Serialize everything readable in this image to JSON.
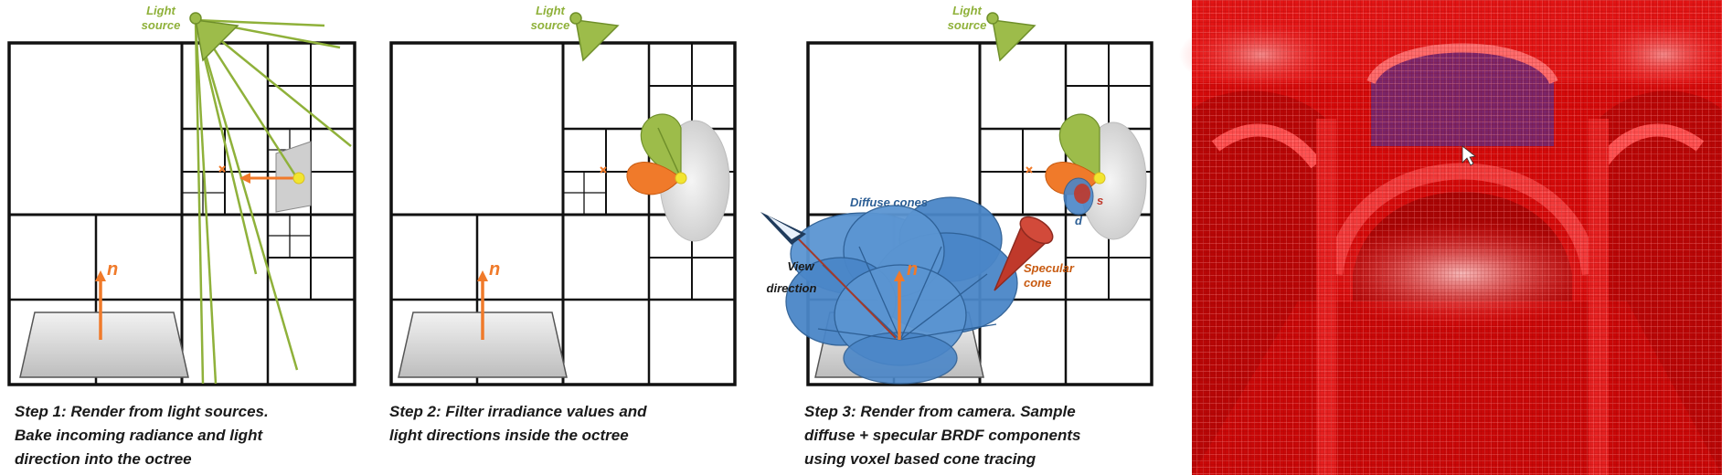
{
  "labels": {
    "light_source_1": "Light",
    "light_source_2": "source",
    "normal": "n",
    "diffuse_cones": "Diffuse cones",
    "view_1": "View",
    "view_2": "direction",
    "specular_1": "Specular",
    "specular_2": "cone",
    "s": "s",
    "d": "d"
  },
  "steps": [
    {
      "lines": [
        "Step 1: Render from light sources.",
        "Bake incoming radiance and light",
        "direction into the octree"
      ]
    },
    {
      "lines": [
        "Step 2: Filter irradiance values and",
        "light directions inside the octree"
      ]
    },
    {
      "lines": [
        "Step 3: Render from camera. Sample",
        "diffuse + specular BRDF components",
        "using voxel based cone tracing"
      ]
    }
  ],
  "colors": {
    "grid": "#111111",
    "light_green": "#8fb13a",
    "orange": "#f07a2a",
    "yellow": "#f2e530",
    "diffuse_blue": "#4a86c8",
    "specular_red": "#c0392b",
    "voxel_red": "#e01010"
  }
}
